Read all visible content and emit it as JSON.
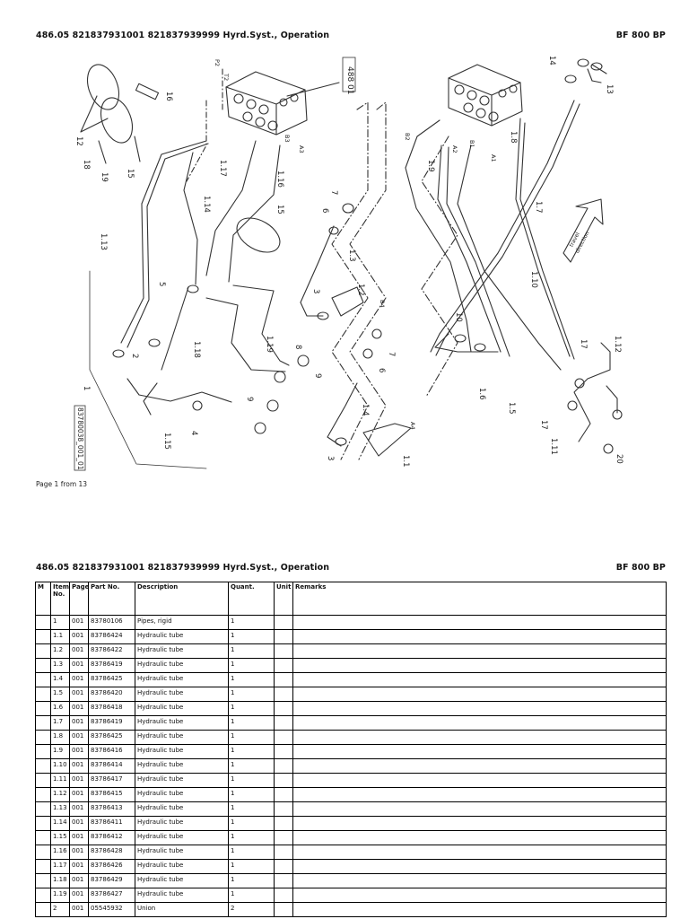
{
  "header": {
    "title": "486.05 821837931001 821837939999 Hyrd.Syst., Operation",
    "model": "BF 800 BP"
  },
  "diagram": {
    "labels": {
      "l1": "1",
      "l1_1": "1.1",
      "l1_2": "1.2",
      "l1_3": "1.3",
      "l1_4": "1.4",
      "l1_5": "1.5",
      "l1_6": "1.6",
      "l1_7": "1.7",
      "l1_8": "1.8",
      "l1_9": "1.9",
      "l1_10": "1.10",
      "l1_11": "1.11",
      "l1_12": "1.12",
      "l1_13": "1.13",
      "l1_14": "1.14",
      "l1_15": "1.15",
      "l1_16": "1.16",
      "l1_17": "1.17",
      "l1_18": "1.18",
      "l1_19": "1.19",
      "l2": "2",
      "l3": "3",
      "l3b": "3",
      "l4": "4",
      "l5": "5",
      "l6": "6",
      "l6b": "6",
      "l7": "7",
      "l7b": "7",
      "l8": "8",
      "l9": "9",
      "l9b": "9",
      "l10": "10",
      "l12": "12",
      "l13": "13",
      "l14": "14",
      "l15": "15",
      "l15b": "15",
      "l16": "16",
      "l17": "17",
      "l17b": "17",
      "l18": "18",
      "l19": "19",
      "l20": "20",
      "valve_ref": "488 01",
      "drawing_no": "83780038_001_01",
      "b3": "B3",
      "a3": "A3",
      "b2": "B2",
      "a2": "A2",
      "b1": "B1",
      "a1": "A1",
      "b4": "B4",
      "a4": "A4",
      "p2": "P2",
      "t2": "T2"
    },
    "arrow_text_1": "travel",
    "arrow_text_2": "direction"
  },
  "footer": {
    "page": "Page 1 from 13"
  },
  "table": {
    "headers": [
      "M",
      "Item No.",
      "Page",
      "Part No.",
      "Description",
      "Quant.",
      "Unit",
      "Remarks"
    ],
    "rows": [
      [
        "",
        "1",
        "001",
        "83780106",
        "Pipes, rigid",
        "1",
        "",
        ""
      ],
      [
        "",
        "1.1",
        "001",
        "83786424",
        "Hydraulic tube",
        "1",
        "",
        ""
      ],
      [
        "",
        "1.2",
        "001",
        "83786422",
        "Hydraulic tube",
        "1",
        "",
        ""
      ],
      [
        "",
        "1.3",
        "001",
        "83786419",
        "Hydraulic tube",
        "1",
        "",
        ""
      ],
      [
        "",
        "1.4",
        "001",
        "83786425",
        "Hydraulic tube",
        "1",
        "",
        ""
      ],
      [
        "",
        "1.5",
        "001",
        "83786420",
        "Hydraulic tube",
        "1",
        "",
        ""
      ],
      [
        "",
        "1.6",
        "001",
        "83786418",
        "Hydraulic tube",
        "1",
        "",
        ""
      ],
      [
        "",
        "1.7",
        "001",
        "83786419",
        "Hydraulic tube",
        "1",
        "",
        ""
      ],
      [
        "",
        "1.8",
        "001",
        "83786425",
        "Hydraulic tube",
        "1",
        "",
        ""
      ],
      [
        "",
        "1.9",
        "001",
        "83786416",
        "Hydraulic tube",
        "1",
        "",
        ""
      ],
      [
        "",
        "1.10",
        "001",
        "83786414",
        "Hydraulic tube",
        "1",
        "",
        ""
      ],
      [
        "",
        "1.11",
        "001",
        "83786417",
        "Hydraulic tube",
        "1",
        "",
        ""
      ],
      [
        "",
        "1.12",
        "001",
        "83786415",
        "Hydraulic tube",
        "1",
        "",
        ""
      ],
      [
        "",
        "1.13",
        "001",
        "83786413",
        "Hydraulic tube",
        "1",
        "",
        ""
      ],
      [
        "",
        "1.14",
        "001",
        "83786411",
        "Hydraulic tube",
        "1",
        "",
        ""
      ],
      [
        "",
        "1.15",
        "001",
        "83786412",
        "Hydraulic tube",
        "1",
        "",
        ""
      ],
      [
        "",
        "1.16",
        "001",
        "83786428",
        "Hydraulic tube",
        "1",
        "",
        ""
      ],
      [
        "",
        "1.17",
        "001",
        "83786426",
        "Hydraulic tube",
        "1",
        "",
        ""
      ],
      [
        "",
        "1.18",
        "001",
        "83786429",
        "Hydraulic tube",
        "1",
        "",
        ""
      ],
      [
        "",
        "1.19",
        "001",
        "83786427",
        "Hydraulic tube",
        "1",
        "",
        ""
      ],
      [
        "",
        "2",
        "001",
        "05545932",
        "Union",
        "2",
        "",
        ""
      ]
    ]
  }
}
